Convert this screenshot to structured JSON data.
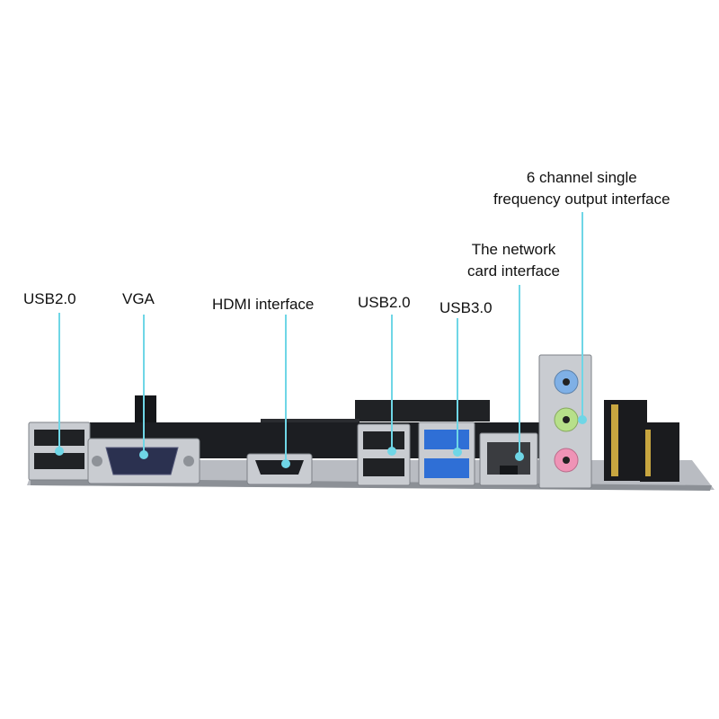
{
  "labels": {
    "usb2_left": "USB2.0",
    "vga": "VGA",
    "hdmi": "HDMI interface",
    "usb2_mid": "USB2.0",
    "usb3": "USB3.0",
    "network_line1": "The network",
    "network_line2": "card interface",
    "audio_line1": "6 channel single",
    "audio_line2": "frequency output interface"
  },
  "colors": {
    "leader_line": "#6fd6e6",
    "board": "#1c1e22",
    "usb3_blue": "#2f6fd6",
    "audio_blue": "#7fb0e6",
    "audio_green": "#b7e08a",
    "audio_pink": "#ef93b6"
  }
}
